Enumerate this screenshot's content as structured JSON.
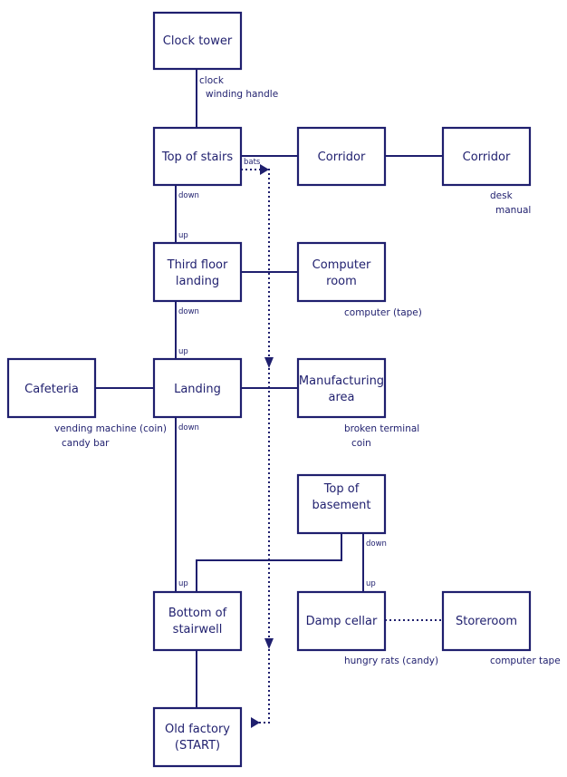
{
  "rooms": {
    "clock_tower": [
      "Clock tower"
    ],
    "top_of_stairs": [
      "Top of stairs"
    ],
    "corridor_1": [
      "Corridor"
    ],
    "corridor_2": [
      "Corridor"
    ],
    "third_floor_landing": [
      "Third floor",
      "landing"
    ],
    "computer_room": [
      "Computer",
      "room"
    ],
    "cafeteria": [
      "Cafeteria"
    ],
    "landing": [
      "Landing"
    ],
    "manufacturing_area": [
      "Manufacturing",
      "area"
    ],
    "top_of_basement": [
      "Top of",
      "basement"
    ],
    "bottom_of_stairwell": [
      "Bottom of",
      "stairwell"
    ],
    "damp_cellar": [
      "Damp cellar"
    ],
    "storeroom": [
      "Storeroom"
    ],
    "old_factory": [
      "Old factory",
      "(START)"
    ]
  },
  "items": {
    "clock_tower": [
      "clock",
      "winding handle"
    ],
    "corridor_2": [
      "desk",
      "manual"
    ],
    "computer_room": [
      "computer (tape)"
    ],
    "cafeteria": [
      "vending machine (coin)",
      "candy bar"
    ],
    "manufacturing_area": [
      "broken terminal",
      "coin"
    ],
    "damp_cellar": [
      "hungry rats (candy)"
    ],
    "storeroom": [
      "computer tape"
    ]
  },
  "exits": {
    "bats": "bats",
    "down_1": "down",
    "up_1": "up",
    "down_2": "down",
    "up_2": "up",
    "down_3": "down",
    "up_3": "up",
    "down_4": "down",
    "up_4": "up"
  }
}
